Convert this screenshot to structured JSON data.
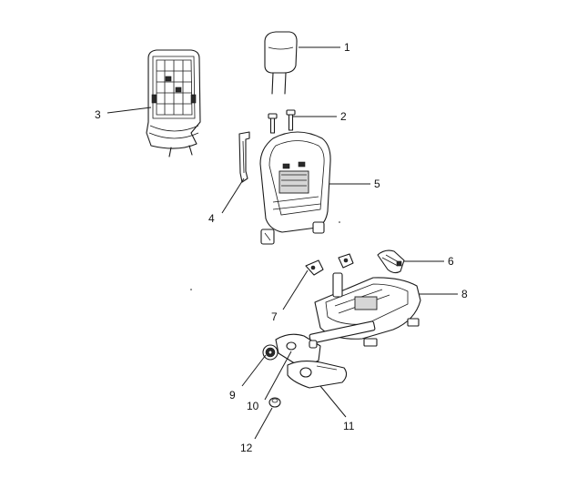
{
  "diagram": {
    "callouts": [
      {
        "id": "1",
        "label": "1"
      },
      {
        "id": "2",
        "label": "2"
      },
      {
        "id": "3",
        "label": "3"
      },
      {
        "id": "4",
        "label": "4"
      },
      {
        "id": "5",
        "label": "5"
      },
      {
        "id": "6",
        "label": "6"
      },
      {
        "id": "7",
        "label": "7"
      },
      {
        "id": "8",
        "label": "8"
      },
      {
        "id": "9",
        "label": "9"
      },
      {
        "id": "10",
        "label": "10"
      },
      {
        "id": "11",
        "label": "11"
      },
      {
        "id": "12",
        "label": "12"
      }
    ]
  },
  "colors": {
    "line": "#1a1a1a",
    "background": "#ffffff"
  }
}
